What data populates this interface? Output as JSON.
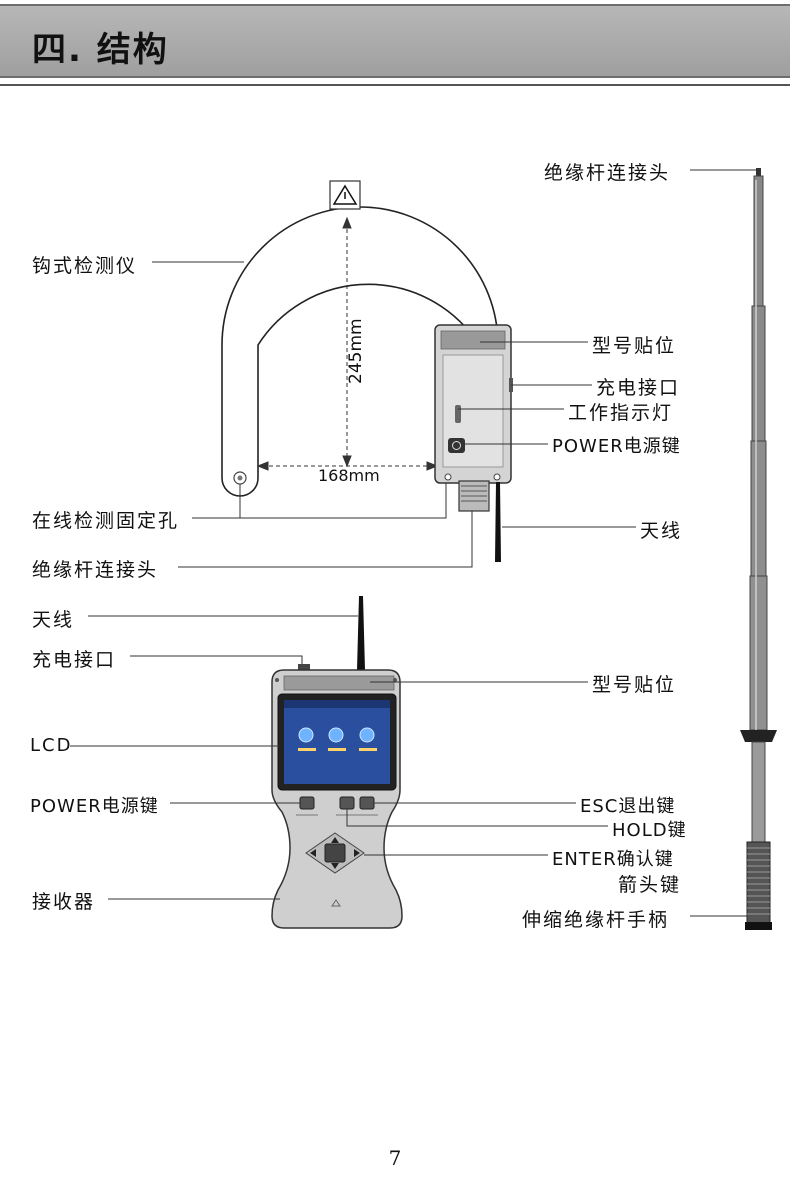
{
  "header": {
    "title": "四. 结构"
  },
  "clamp": {
    "dim_height": "245mm",
    "dim_width": "168mm"
  },
  "labels": {
    "pole_connector_top": "绝缘杆连接头",
    "hook_detector": "钩式检测仪",
    "model_sticker_1": "型号贴位",
    "charge_port_1": "充电接口",
    "work_indicator": "工作指示灯",
    "power_key_1": "POWER电源键",
    "online_fixing_hole": "在线检测固定孔",
    "antenna_1": "天线",
    "pole_connector_left": "绝缘杆连接头",
    "antenna_2": "天线",
    "charge_port_2": "充电接口",
    "model_sticker_2": "型号贴位",
    "lcd": "LCD",
    "power_key_2": "POWER电源键",
    "esc_key": "ESC退出键",
    "hold_key": "HOLD键",
    "enter_key": "ENTER确认键",
    "arrow_keys": "箭头键",
    "receiver": "接收器",
    "pole_handle": "伸缩绝缘杆手柄"
  },
  "page_number": "7"
}
